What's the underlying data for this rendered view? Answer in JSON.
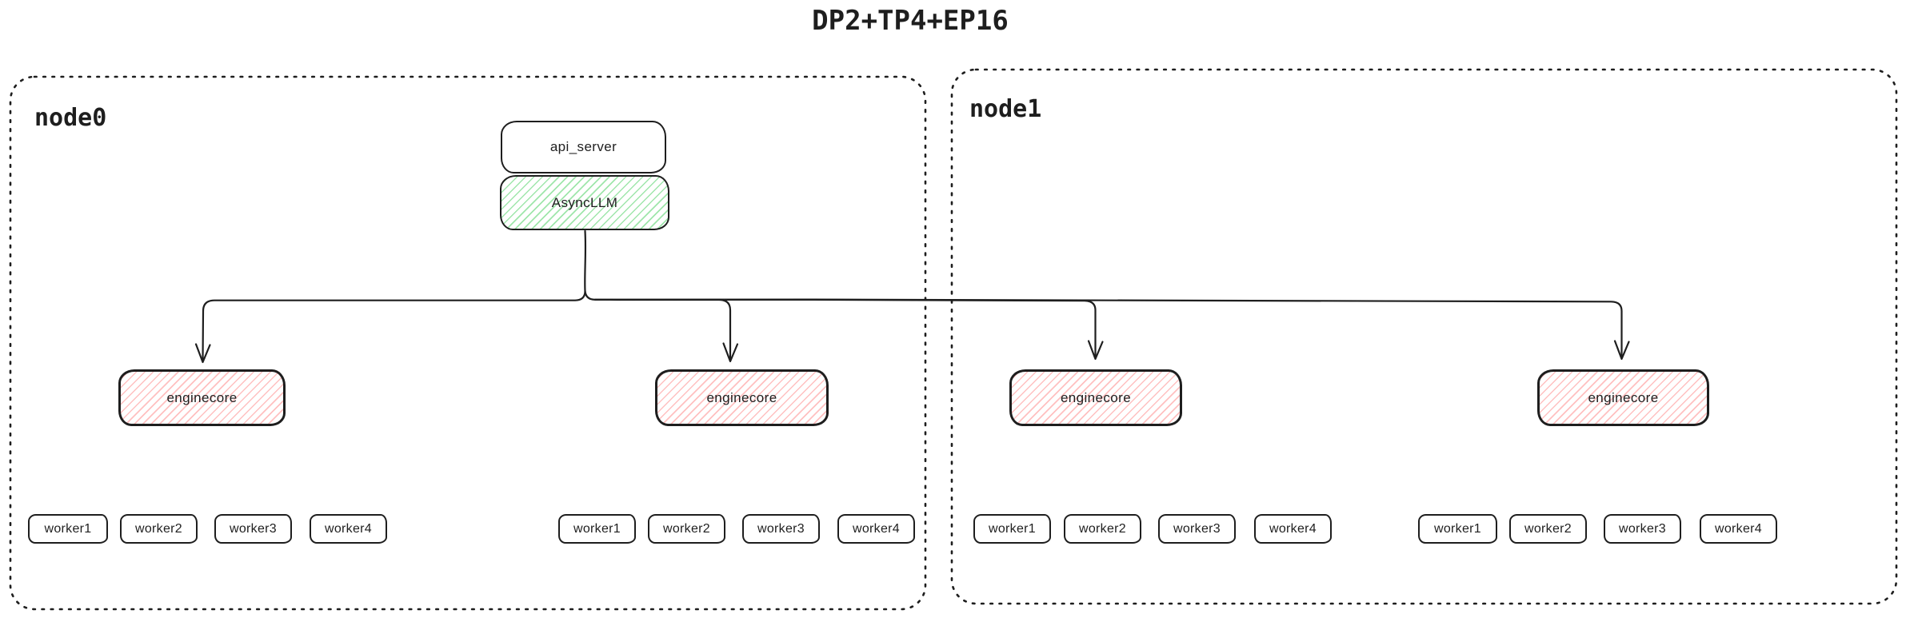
{
  "title": "DP2+TP4+EP16",
  "colors": {
    "stroke": "#1e1e1e",
    "green_fill": "#b2f2bb",
    "red_fill": "#ffc9c9",
    "background": "#ffffff"
  },
  "node0": {
    "label": "node0"
  },
  "node1": {
    "label": "node1"
  },
  "api_server": {
    "label": "api_server"
  },
  "async_llm": {
    "label": "AsyncLLM"
  },
  "enginecores": [
    {
      "label": "enginecore"
    },
    {
      "label": "enginecore"
    },
    {
      "label": "enginecore"
    },
    {
      "label": "enginecore"
    }
  ],
  "worker_groups": [
    {
      "workers": [
        "worker1",
        "worker2",
        "worker3",
        "worker4"
      ]
    },
    {
      "workers": [
        "worker1",
        "worker2",
        "worker3",
        "worker4"
      ]
    },
    {
      "workers": [
        "worker1",
        "worker2",
        "worker3",
        "worker4"
      ]
    },
    {
      "workers": [
        "worker1",
        "worker2",
        "worker3",
        "worker4"
      ]
    }
  ]
}
